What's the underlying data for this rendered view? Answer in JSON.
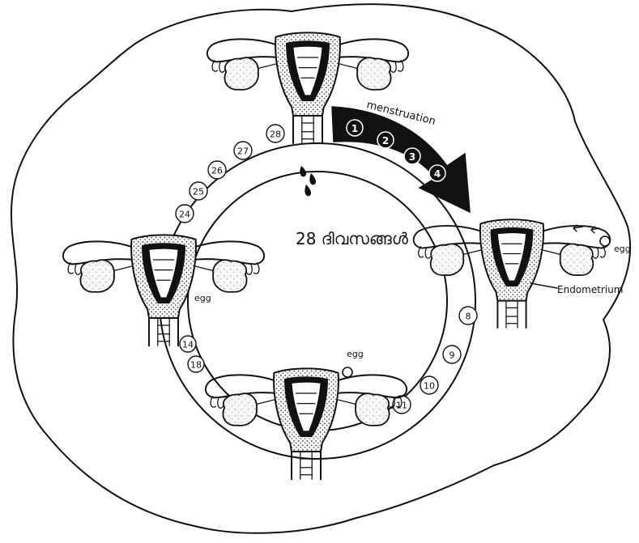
{
  "center_label": "28 ദിവസങ്ങൾ",
  "arrow_label": "menstruation",
  "menstruation_days": [
    "1",
    "2",
    "3",
    "4"
  ],
  "cycle_days_upper": [
    "28",
    "27",
    "26",
    "25",
    "24"
  ],
  "cycle_days_left": [
    "14",
    "18"
  ],
  "cycle_days_right": [
    "8",
    "9",
    "10",
    "11"
  ],
  "labels": {
    "egg_right": "egg",
    "egg_left": "egg",
    "egg_bottom": "egg",
    "endometrium": "Endometrium"
  },
  "colors": {
    "ink": "#111111",
    "paper": "#ffffff"
  }
}
